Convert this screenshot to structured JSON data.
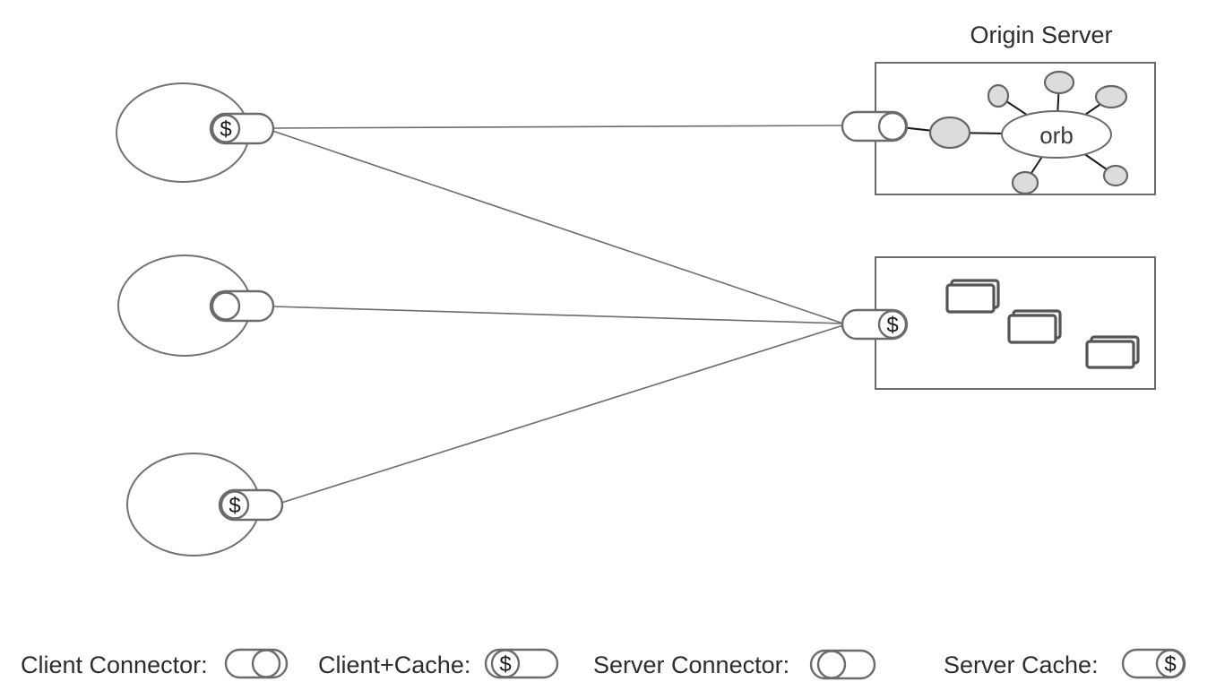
{
  "figure": {
    "origin_server_title": "Origin Server",
    "orb_label": "orb",
    "cache_symbol": "$"
  },
  "legend": {
    "items": [
      {
        "label": "Client Connector:",
        "cache": false
      },
      {
        "label": "Client+Cache:",
        "cache": true
      },
      {
        "label": "Server Connector:",
        "cache": false
      },
      {
        "label": "Server Cache:",
        "cache": true
      }
    ]
  },
  "colors": {
    "background": "#ffffff",
    "outline": "#6b6b6b",
    "node_fill": "#dcdcdc",
    "inner_edge": "#1a1a1a",
    "card_border": "#555555",
    "text": "#2d2d2d"
  }
}
